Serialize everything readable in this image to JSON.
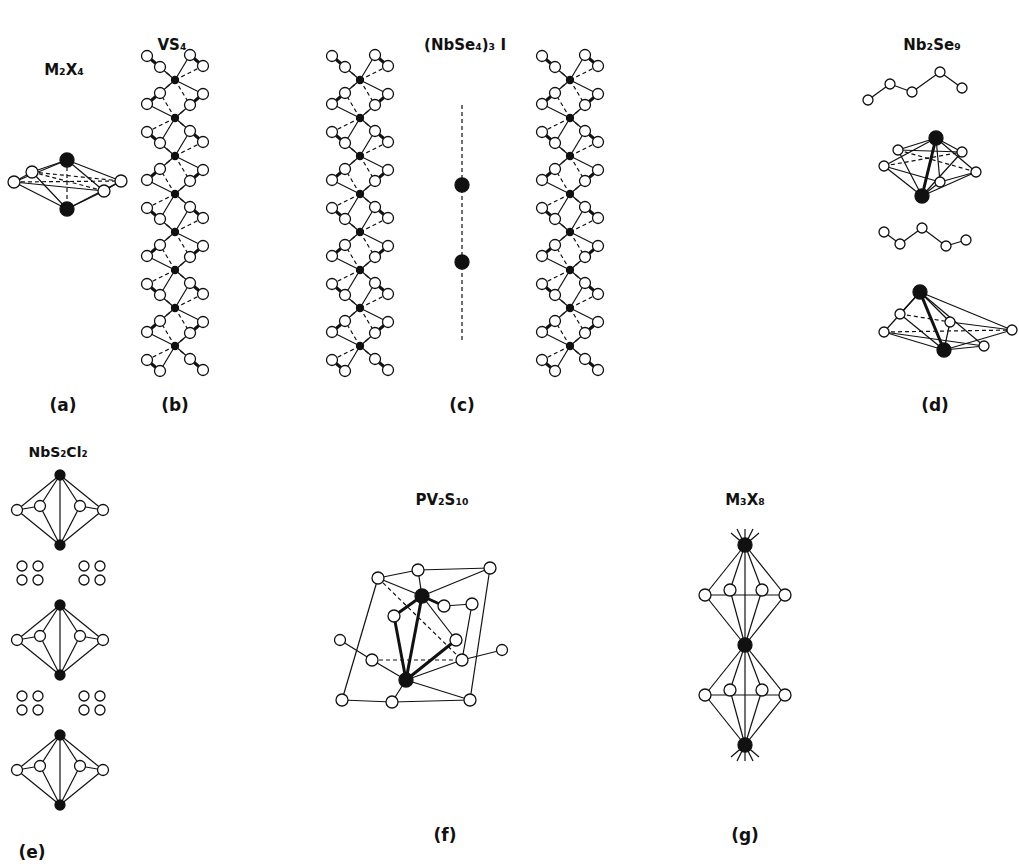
{
  "diagram": {
    "labels": [
      "M₂X₄",
      "VS₄",
      "(NbSe₄)₃ I",
      "Nb₂Se₉",
      "(a)",
      "(b)",
      "(c)",
      "(d)",
      "NbS₂Cl₂",
      "PV₂S₁₀",
      "M₃X₈",
      "(e)",
      "(f)",
      "(g)"
    ]
  }
}
